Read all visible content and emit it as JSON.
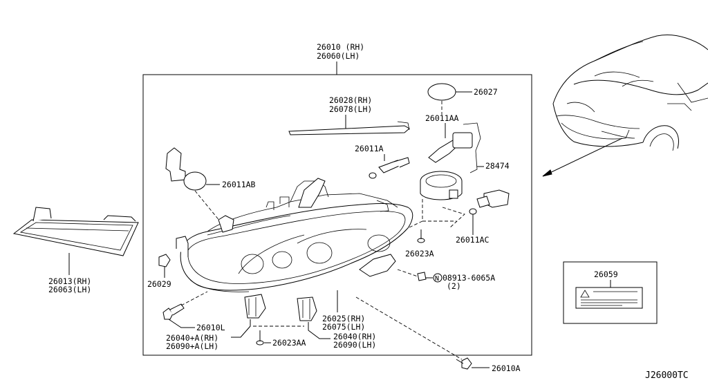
{
  "diagram_id": "J26000TC",
  "labels": {
    "assembly_rh": "26010 (RH)",
    "assembly_lh": "26060(LH)",
    "seal_ring": "26027",
    "strip_rh": "26028(RH)",
    "strip_lh": "26078(LH)",
    "bulb_aa": "26011AA",
    "bulb_a": "26011A",
    "bulb_ab": "26011AB",
    "harness": "28474",
    "side_lamp_rh": "26013(RH)",
    "side_lamp_lh": "26063(LH)",
    "bulb_ac": "26011AC",
    "screw_a": "26023A",
    "bolt_spec": "08913-6065A",
    "bolt_qty": "(2)",
    "bolt_marker": "N",
    "label_part": "26059",
    "clip": "26029",
    "bolt_l": "26010L",
    "bracket_rh": "26040+A(RH)",
    "bracket_lh": "26090+A(LH)",
    "screw_aa": "26023AA",
    "bracket2_rh": "26040(RH)",
    "bracket2_lh": "26090(LH)",
    "cover_rh": "26025(RH)",
    "cover_lh": "26075(LH)",
    "bolt_a": "26010A"
  }
}
